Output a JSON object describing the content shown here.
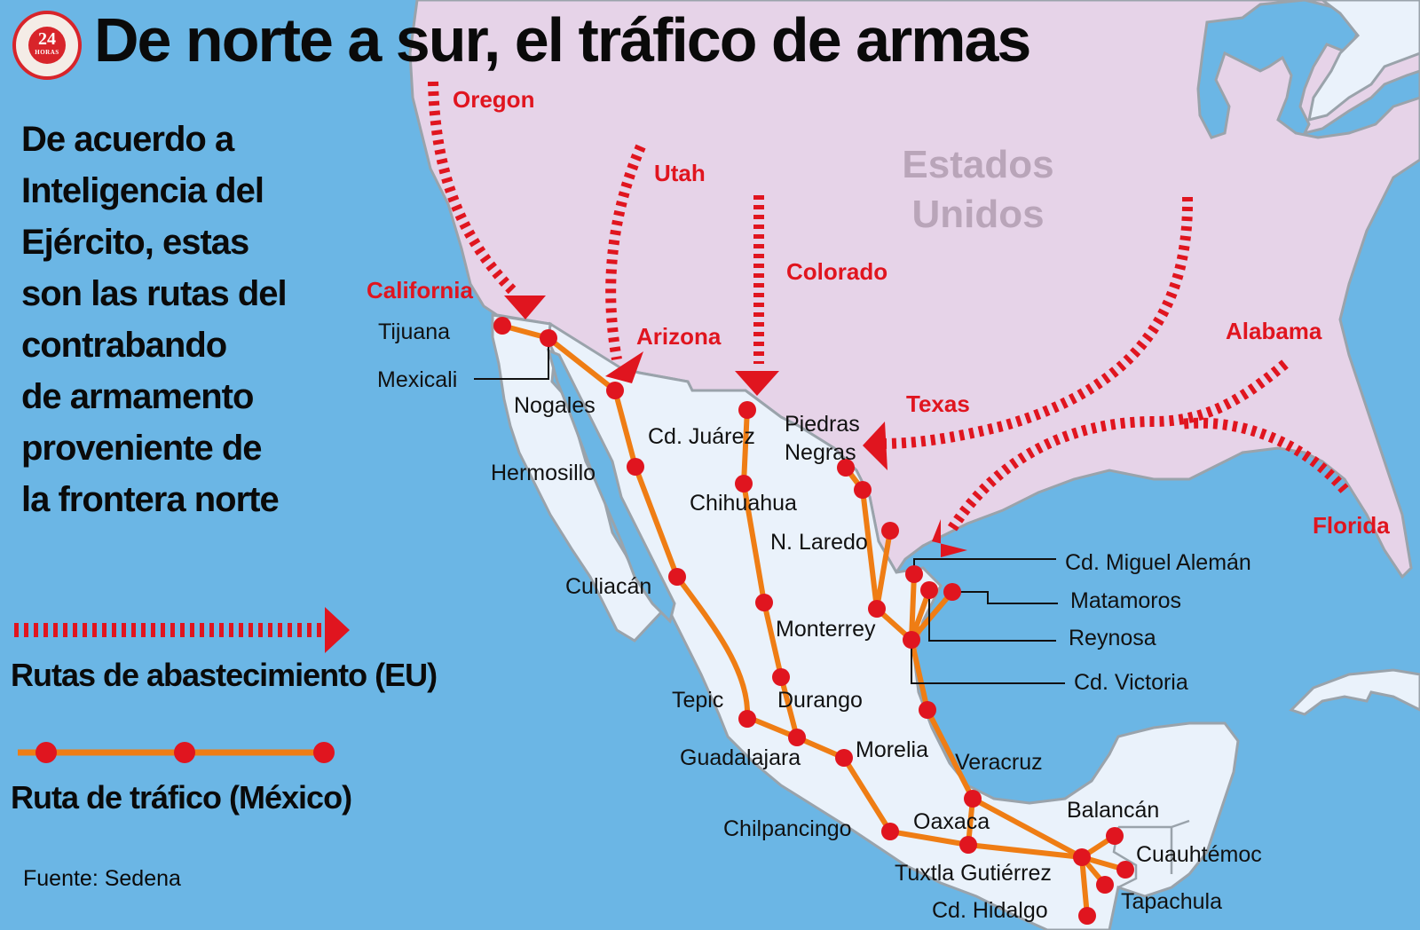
{
  "header": {
    "title": "De norte a sur, el tráfico de armas",
    "logo": {
      "number": "24",
      "subtitle": "HORAS"
    }
  },
  "intro": {
    "lines": [
      "De acuerdo a",
      "Inteligencia del",
      "Ejército, estas",
      "son las rutas del",
      "contrabando",
      "de armamento",
      "proveniente de",
      "la frontera norte"
    ]
  },
  "legend": {
    "supply_routes": {
      "label": "Rutas de abastecimiento (EU)",
      "style": "red-dashed-arrow",
      "color": "#e0151f"
    },
    "traffic_route": {
      "label": "Ruta de tráfico (México)",
      "style": "orange-line-red-dots",
      "line_color": "#ef7d14",
      "dot_color": "#e0151f"
    }
  },
  "source": "Fuente: Sedena",
  "colors": {
    "sea": "#6bb6e5",
    "usa": "#e6d3e8",
    "mexico": "#eaf2fb",
    "border": "#9aa3ab",
    "route": "#ef7d14",
    "node": "#e0151f",
    "arrow": "#e0151f",
    "country_label": "#b9a5b9"
  },
  "map": {
    "country_label": [
      "Estados",
      "Unidos"
    ],
    "us_states": [
      "Oregon",
      "Utah",
      "Colorado",
      "California",
      "Arizona",
      "Texas",
      "Alabama",
      "Florida"
    ],
    "cities": [
      "Tijuana",
      "Mexicali",
      "Nogales",
      "Hermosillo",
      "Cd. Juárez",
      "Chihuahua",
      "Piedras",
      "Negras",
      "N. Laredo",
      "Culiacán",
      "Monterrey",
      "Durango",
      "Tepic",
      "Guadalajara",
      "Morelia",
      "Veracruz",
      "Chilpancingo",
      "Oaxaca",
      "Tuxtla Gutiérrez",
      "Cd. Hidalgo",
      "Balancán",
      "Cuauhtémoc",
      "Tapachula",
      "Cd. Miguel Alemán",
      "Matamoros",
      "Reynosa",
      "Cd. Victoria"
    ]
  }
}
